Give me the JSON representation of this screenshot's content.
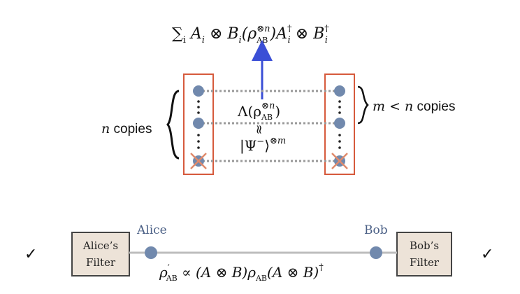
{
  "top_formula": {
    "sum": "∑",
    "sub": "i",
    "body": " A",
    "body_sub": "i",
    "times1": " ⊗ B",
    "b_sub": "i",
    "rho_open": "(ρ",
    "rho_sub": "AB",
    "rho_sup": "⊗n",
    "rho_close": ")A",
    "a_sup": "†",
    "a_sub": "i",
    "times2": " ⊗ B",
    "b_sup": "†",
    "b_sub2": "i"
  },
  "lambda_label": {
    "prefix": "Λ(ρ",
    "sub": "AB",
    "sup": "⊗n",
    "suffix": ")"
  },
  "approx_symbol": "≈",
  "psi_label": {
    "main": "|Ψ",
    "minus": "−",
    "close": "⟩",
    "sup": "⊗m"
  },
  "left_copies": {
    "var": "n",
    "word": " copies"
  },
  "right_copies": {
    "expr": "m < n",
    "word": " copies"
  },
  "alice_label": "Alice",
  "bob_label": "Bob",
  "alice_filter": {
    "line1": "Alice’s",
    "line2": "Filter"
  },
  "bob_filter": {
    "line1": "Bob’s",
    "line2": "Filter"
  },
  "check_left": "✓",
  "check_right": "✓",
  "bottom_formula": {
    "rho": "ρ",
    "prime": "′",
    "sub": "AB",
    "rest": " ∝ (A ⊗ B)ρ",
    "sub2": "AB",
    "rest2": "(A ⊗ B)",
    "dagger": "†"
  },
  "colors": {
    "dot": "#7189ad",
    "box_border": "#d65a3c",
    "cross": "#e08a6c",
    "arrow": "#3b4fd6",
    "filter_fill": "#ede3d8",
    "filter_border": "#444444",
    "dotted_line": "#9a9a9a"
  }
}
